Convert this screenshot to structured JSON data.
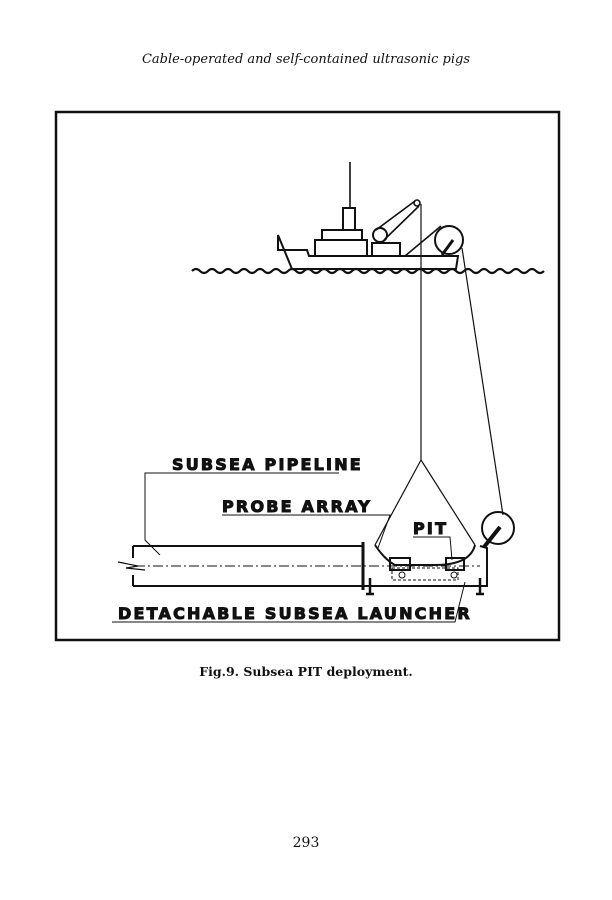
{
  "header": {
    "running_title": "Cable-operated and self-contained ultrasonic pigs"
  },
  "figure": {
    "labels": {
      "subsea_pipeline": "SUBSEA PIPELINE",
      "probe_array": "PROBE ARRAY",
      "pit": "PIT",
      "launcher": "DETACHABLE SUBSEA LAUNCHER"
    },
    "caption": "Fig.9. Subsea PIT deployment."
  },
  "footer": {
    "page_number": "293"
  }
}
